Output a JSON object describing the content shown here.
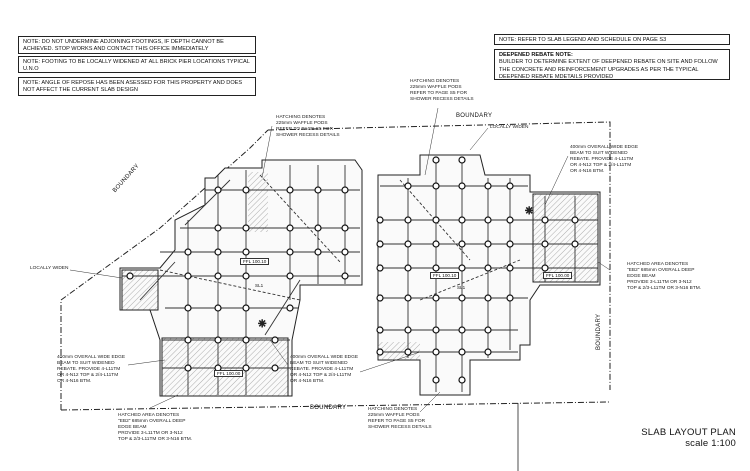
{
  "notes_left": [
    "NOTE: DO NOT UNDERMINE ADJOINING FOOTINGS, IF DEPTH CANNOT BE ACHIEVED. STOP WORKS AND CONTACT THIS OFFICE IMMEDIATELY",
    "NOTE: FOOTING TO BE LOCALLY WIDENED AT ALL BRICK PIER LOCATIONS TYPICAL U.N.O",
    "NOTE: ANGLE OF REPOSE HAS BEEN ASESSED FOR THIS PROPERTY AND DOES NOT AFFECT THE CURRENT SLAB DESIGN"
  ],
  "note_right_top": "NOTE: REFER TO SLAB LEGEND AND SCHEDULE ON PAGE S3",
  "deepened_note": {
    "heading": "DEEPENED REBATE NOTE:",
    "text": "BUILDER TO DETERMINE EXTENT OF DEEPENED REBATE ON SITE AND FOLLOW THE CONCRETE AND REINFORCEMENT UPGRADES AS PER THE TYPICAL DEEPENED REBATE MDETAILS PROVIDED"
  },
  "labels": {
    "hatch_225_top_left": "HATCHING DENOTES\n225mm WAFFLE PODS\nREFER TO PAGE S5 FOR\nSHOWER RECESS DETAILS",
    "hatch_225_top_right": "HATCHING DENOTES\n225mm WAFFLE PODS\nREFER TO PAGE S5 FOR\nSHOWER RECESS DETAILS",
    "hatch_225_bottom": "HATCHING DENOTES\n225mm WAFFLE PODS\nREFER TO PAGE S5 FOR\nSHOWER RECESS DETAILS",
    "locally_widen_left": "LOCALLY WIDEN",
    "locally_widen_right": "LOCALLY WIDEN",
    "edge_beam_left": "400mm OVERALL WIDE EDGE\nBEAM TO SUIT WIDENED\nREBATE. PROVIDE 4-L11TM\nOR 4-N12 TOP & 2/4-L11TM\nOR 4-N16 BTM.",
    "edge_beam_mid": "400mm OVERALL WIDE EDGE\nBEAM TO SUIT WIDENED\nREBATE. PROVIDE 4-L11TM\nOR 4-N12 TOP & 2/4-L11TM\nOR 4-N16 BTM.",
    "edge_beam_right": "400mm OVERALL WIDE EDGE\nBEAM TO SUIT WIDENED\nREBATE. PROVIDE 4-L11TM\nOR 4-N12 TOP & 2/4-L11TM\nOR 4-N16 BTM.",
    "hatched_eb2_left": "HATCHED AREA DENOTES\n\"EB2\" 685mm OVERALL DEEP\nEDGE BEAM\nPROVIDE 3-L11TM OR 3-N12\nTOP & 2/3-L11TM OR 3-N16 BTM.",
    "hatched_eb2_right": "HATCHED AREA DENOTES\n\"EB2\" 685mm OVERALL DEEP\nEDGE BEAM\nPROVIDE 3-L11TM OR 3-N12\nTOP & 2/3-L11TM OR 3-N16 BTM."
  },
  "plan_tags": {
    "ffl_a": "FFL 100.10",
    "ffl_b": "FFL 100.00",
    "ffl_c": "FFL 100.10",
    "ffl_d": "FFL 100.00",
    "sl1_left": "SL1",
    "sl1_right": "SL1"
  },
  "boundary_labels": [
    "BOUNDARY",
    "BOUNDARY",
    "BOUNDARY",
    "BOUNDARY"
  ],
  "title": {
    "name": "SLAB LAYOUT PLAN",
    "scale": "scale 1:100"
  }
}
